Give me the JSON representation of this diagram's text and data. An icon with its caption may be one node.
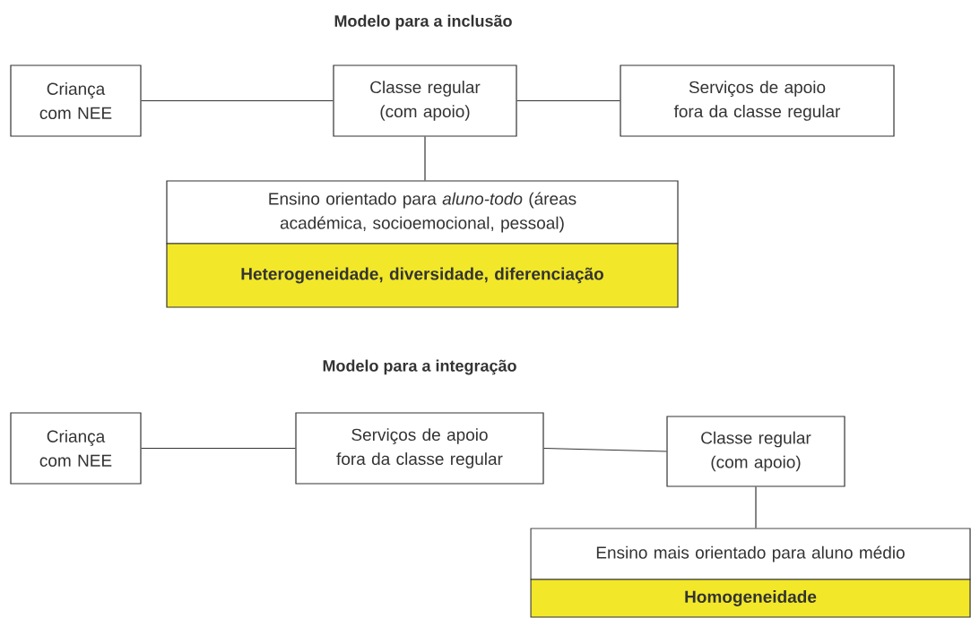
{
  "diagram": {
    "nodes": [
      {
        "text": [
          "Criança com NEE"
        ]
      },
      {
        "text": [
          "Classe regular (com apoio)"
        ]
      },
      {
        "text": [
          "Serviços de apoio fora da classe regular"
        ]
      },
      {
        "text": [
          "Ensino orientado para *aluno-todo* (áreas académica, socioemocional, pessoal)"
        ]
      },
      {
        "text": [
          "**Heterogeneidade, diversidade, diferenciação**"
        ]
      },
      {
        "text": [
          "Criança com NEE"
        ]
      },
      {
        "text": [
          "Serviços de apoio fora da classe regular"
        ]
      },
      {
        "text": [
          "Classe regular (com apoio)"
        ]
      },
      {
        "text": [
          "Ensino mais orientado para aluno médio"
        ]
      },
      {
        "text": [
          "**Homogeneidade**"
        ]
      }
    ],
    "edges": [
      {
        "from": 0,
        "to": 1,
        "arrow": "none"
      },
      {
        "from": 1,
        "to": 2,
        "arrow": "none"
      },
      {
        "from": 1,
        "to": 3,
        "arrow": "none"
      },
      {
        "from": 5,
        "to": 6,
        "arrow": "none"
      },
      {
        "from": 6,
        "to": 7,
        "arrow": "none"
      },
      {
        "from": 7,
        "to": 8,
        "arrow": "none"
      }
    ],
    "labels": [
      "**Modelo para a inclusão**",
      "**Modelo para a integração**"
    ]
  }
}
